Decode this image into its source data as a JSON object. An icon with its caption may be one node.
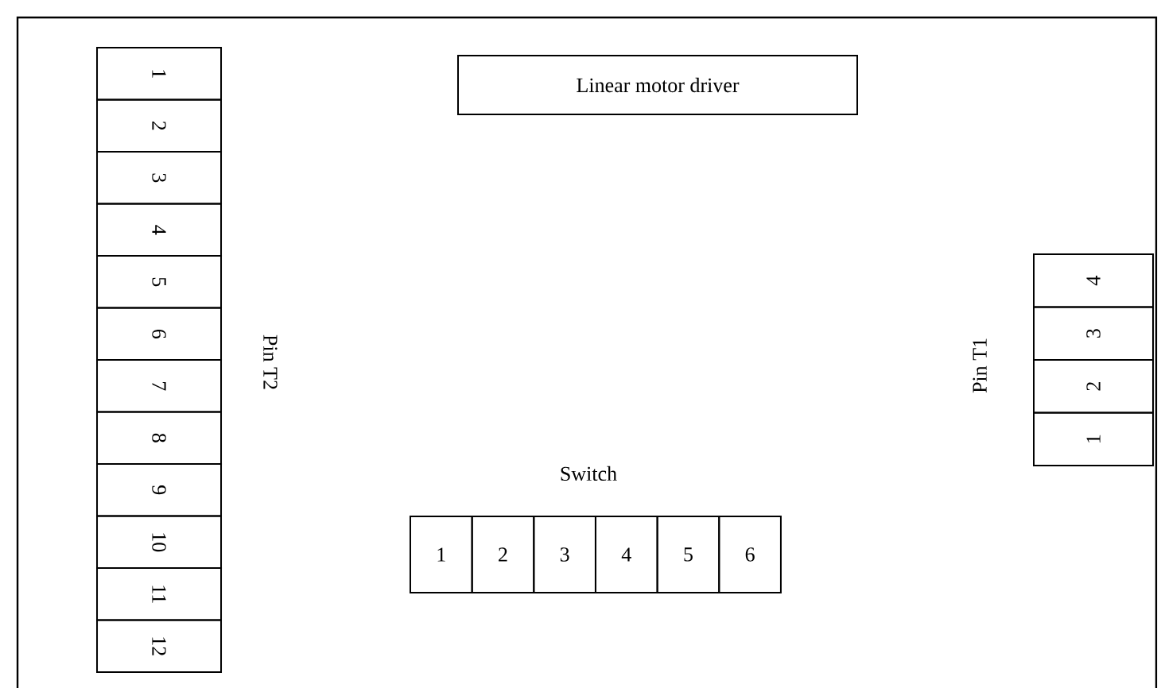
{
  "diagram": {
    "nodes": [
      {
        "text": [
          "1"
        ]
      },
      {
        "text": [
          "2"
        ]
      },
      {
        "text": [
          "3"
        ]
      },
      {
        "text": [
          "4"
        ]
      },
      {
        "text": [
          "5"
        ]
      },
      {
        "text": [
          "6"
        ]
      },
      {
        "text": [
          "7"
        ]
      },
      {
        "text": [
          "8"
        ]
      },
      {
        "text": [
          "9"
        ]
      },
      {
        "text": [
          "10"
        ]
      },
      {
        "text": [
          "11"
        ]
      },
      {
        "text": [
          "12"
        ]
      },
      {
        "text": [
          "Linear motor driver"
        ]
      },
      {
        "text": [
          "4"
        ]
      },
      {
        "text": [
          "3"
        ]
      },
      {
        "text": [
          "2"
        ]
      },
      {
        "text": [
          "1"
        ]
      },
      {
        "text": [
          "1"
        ]
      },
      {
        "text": [
          "2"
        ]
      },
      {
        "text": [
          "3"
        ]
      },
      {
        "text": [
          "4"
        ]
      },
      {
        "text": [
          "5"
        ]
      },
      {
        "text": [
          "6"
        ]
      }
    ],
    "labels": [
      "Pin T2",
      "Pin T1",
      "Switch"
    ]
  }
}
